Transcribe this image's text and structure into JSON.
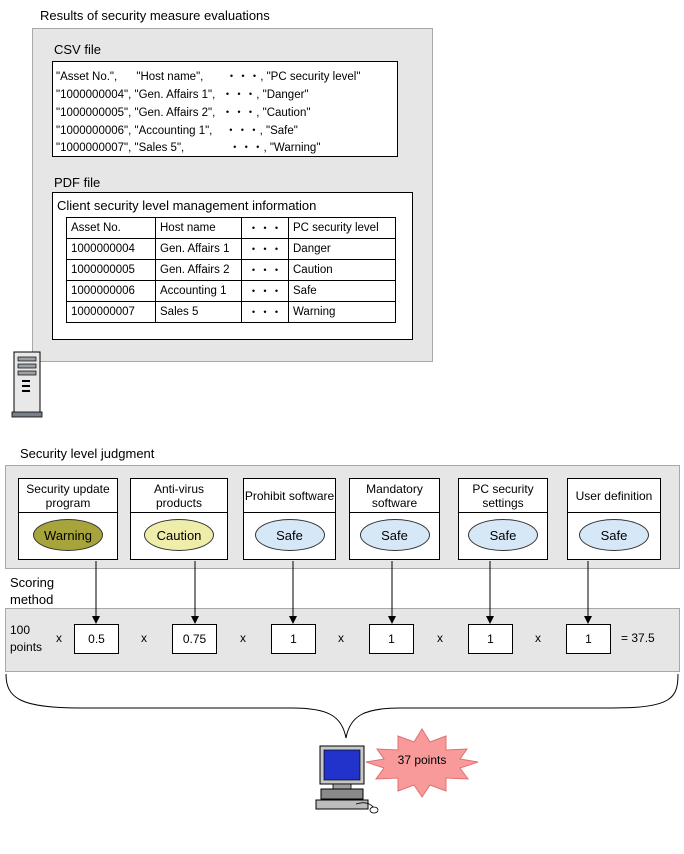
{
  "title": "Results of security measure evaluations",
  "csv": {
    "label": "CSV file",
    "lines": [
      "\"Asset No.\",      \"Host name\",       ・・・, \"PC security level\"",
      "\"1000000004\", \"Gen. Affairs 1\",  ・・・, \"Danger\"",
      "\"1000000005\", \"Gen. Affairs 2\",  ・・・, \"Caution\"",
      "\"1000000006\", \"Accounting 1\",    ・・・, \"Safe\"",
      "\"1000000007\", \"Sales 5\",              ・・・, \"Warning\""
    ]
  },
  "pdf": {
    "label": "PDF file",
    "heading": "Client security level management information",
    "headers": [
      "Asset No.",
      "Host name",
      "・・・",
      "PC security level"
    ],
    "rows": [
      [
        "1000000004",
        "Gen. Affairs 1",
        "・・・",
        "Danger"
      ],
      [
        "1000000005",
        "Gen. Affairs 2",
        "・・・",
        "Caution"
      ],
      [
        "1000000006",
        "Accounting 1",
        "・・・",
        "Safe"
      ],
      [
        "1000000007",
        "Sales 5",
        "・・・",
        "Warning"
      ]
    ]
  },
  "judgment": {
    "label": "Security level judgment",
    "cards": [
      {
        "title": "Security update program",
        "level": "Warning",
        "fill": "#a6a43a"
      },
      {
        "title": "Anti-virus products",
        "level": "Caution",
        "fill": "#eeeeaa"
      },
      {
        "title": "Prohibit software",
        "level": "Safe",
        "fill": "#d6e8f8"
      },
      {
        "title": "Mandatory software",
        "level": "Safe",
        "fill": "#d6e8f8"
      },
      {
        "title": "PC security settings",
        "level": "Safe",
        "fill": "#d6e8f8"
      },
      {
        "title": "User definition",
        "level": "Safe",
        "fill": "#d6e8f8"
      }
    ]
  },
  "scoring": {
    "label": "Scoring method",
    "base": "100 points",
    "factors": [
      "0.5",
      "0.75",
      "1",
      "1",
      "1",
      "1"
    ],
    "operator": "x",
    "result": "= 37.5"
  },
  "final_score": "37 points",
  "colors": {
    "panel": "#e6e6e6",
    "burst": "#f99a9a",
    "monitor_screen": "#2233cc"
  }
}
